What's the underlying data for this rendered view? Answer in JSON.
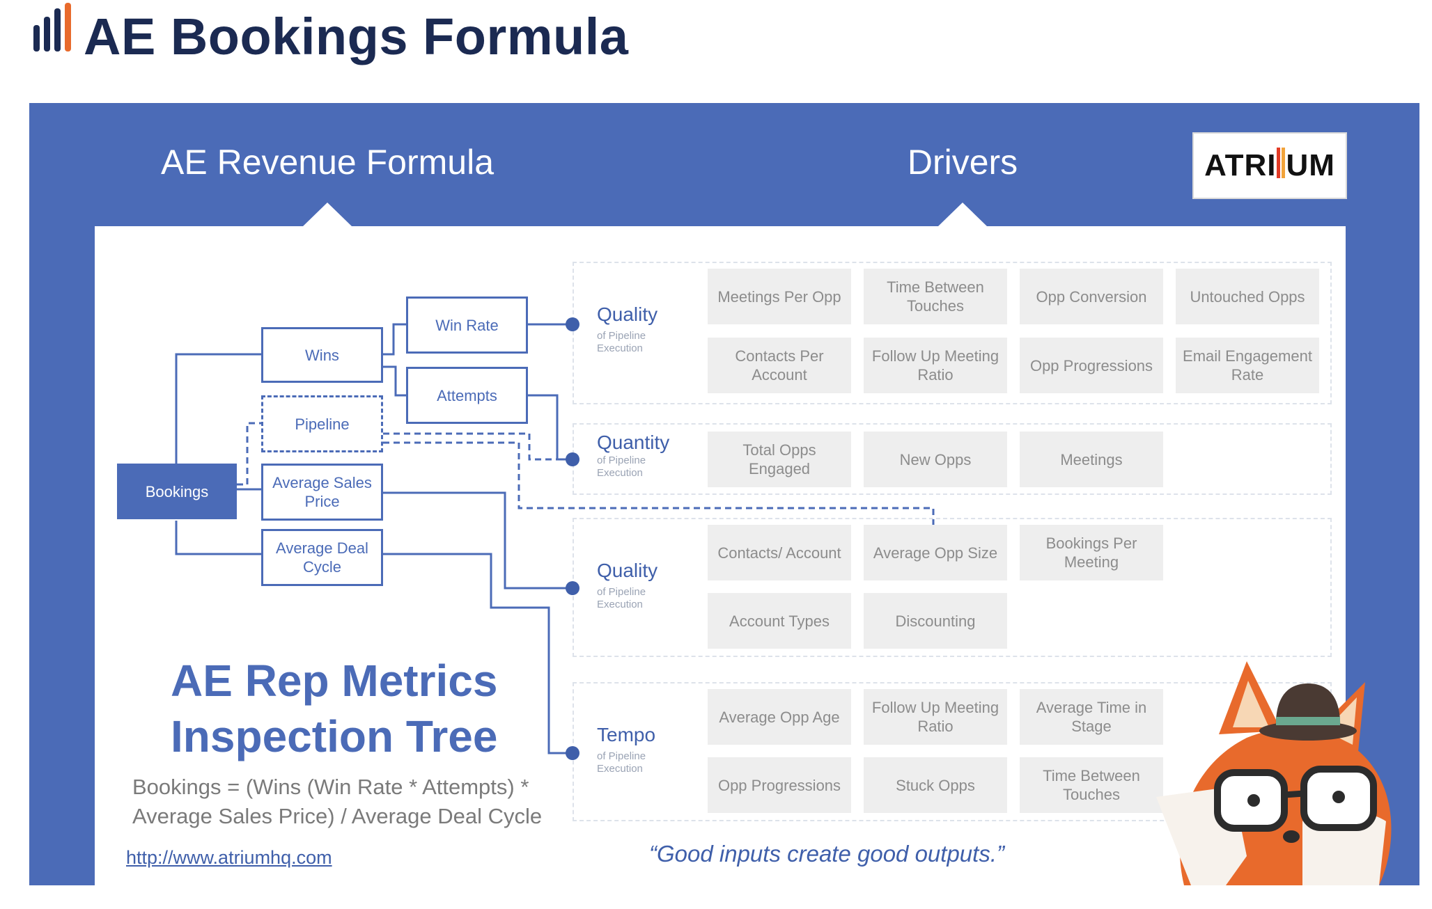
{
  "header": {
    "title": "AE Bookings Formula",
    "icon": "bar-chart-icon"
  },
  "slide": {
    "left_heading": "AE Revenue Formula",
    "right_heading": "Drivers",
    "brand": "ATRIUM",
    "tree": {
      "root": "Bookings",
      "level1": [
        "Wins",
        "Pipeline",
        "Average Sales Price",
        "Average Deal Cycle"
      ],
      "level2": [
        "Win Rate",
        "Attempts"
      ]
    },
    "groups": [
      {
        "label": "Quality",
        "sub": "of Pipeline Execution",
        "drivers": [
          "Meetings Per Opp",
          "Time Between Touches",
          "Opp Conversion",
          "Untouched Opps",
          "Contacts Per Account",
          "Follow Up Meeting Ratio",
          "Opp Progressions",
          "Email Engagement Rate"
        ]
      },
      {
        "label": "Quantity",
        "sub": "of Pipeline Execution",
        "drivers": [
          "Total Opps Engaged",
          "New Opps",
          "Meetings"
        ]
      },
      {
        "label": "Quality",
        "sub": "of Pipeline Execution",
        "drivers": [
          "Contacts/ Account",
          "Average Opp Size",
          "Bookings Per Meeting",
          "Account Types",
          "Discounting"
        ]
      },
      {
        "label": "Tempo",
        "sub": "of Pipeline Execution",
        "drivers": [
          "Average Opp Age",
          "Follow Up Meeting Ratio",
          "Average Time in Stage",
          "Opp Progressions",
          "Stuck Opps",
          "Time Between Touches"
        ]
      }
    ],
    "title_line1": "AE Rep Metrics",
    "title_line2": "Inspection Tree",
    "formula": "Bookings = (Wins (Win Rate * Attempts) * Average Sales Price) / Average Deal Cycle",
    "link": "http://www.atriumhq.com",
    "quote": "“Good inputs create good outputs.”",
    "mascot": "fox-mascot-icon"
  },
  "colors": {
    "slide_blue": "#4b6bb7",
    "title_navy": "#1b2a52",
    "driver_gray": "#eeeeee",
    "accent_orange": "#e86a2c"
  }
}
